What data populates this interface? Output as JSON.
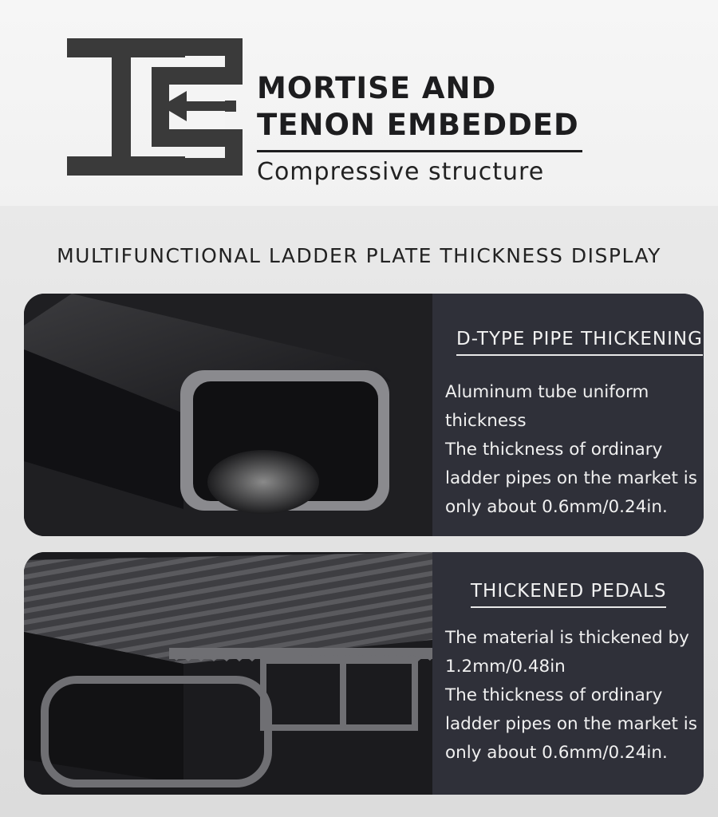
{
  "header": {
    "headline_line1": "MORTISE AND",
    "headline_line2": "TENON EMBEDDED",
    "subhead": "Compressive structure",
    "logo_icon": "mortise-tenon-arrow-icon"
  },
  "section": {
    "title": "MULTIFUNCTIONAL LADDER PLATE THICKNESS DISPLAY"
  },
  "cards": [
    {
      "image": "d-type-pipe-cross-section",
      "title": "D-TYPE PIPE THICKENING",
      "lines": [
        "Aluminum tube uniform thickness",
        "The thickness of ordinary ladder pipes on the market is only about 0.6mm/0.24in."
      ]
    },
    {
      "image": "ridged-pedal-cross-section",
      "title": "THICKENED PEDALS",
      "lines": [
        "The material is thickened by 1.2mm/0.48in",
        "The thickness of ordinary ladder pipes on the market is only about 0.6mm/0.24in."
      ]
    }
  ],
  "colors": {
    "panel": "#2f3039",
    "text_dark": "#1d1d1f",
    "text_light": "#f0f0f0",
    "background": "#e4e4e4"
  }
}
